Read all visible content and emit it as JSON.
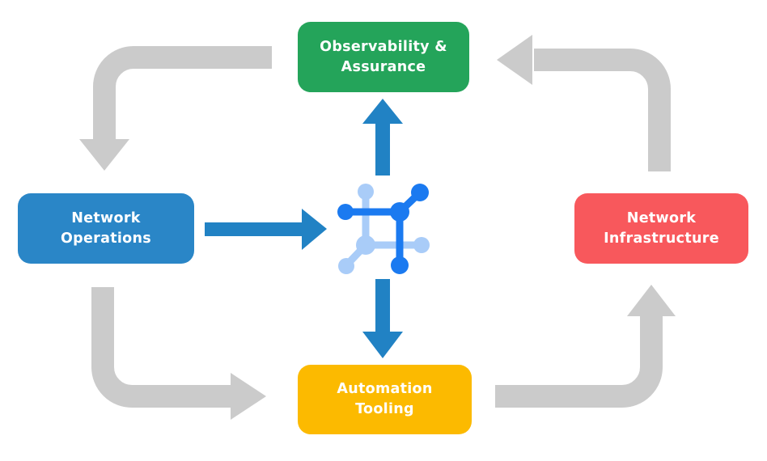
{
  "diagram": {
    "type": "cycle-flow-diagram",
    "background": "#ffffff",
    "nodes": [
      {
        "id": "observability-assurance",
        "label": "Observability & Assurance",
        "line1": "Observability &",
        "line2": "Assurance",
        "color": "#24A45A",
        "text_color": "#ffffff",
        "position": "top-center"
      },
      {
        "id": "network-operations",
        "label": "Network Operations",
        "line1": "Network",
        "line2": "Operations",
        "color": "#2A86C7",
        "text_color": "#ffffff",
        "position": "middle-left"
      },
      {
        "id": "network-infrastructure",
        "label": "Network Infrastructure",
        "line1": "Network",
        "line2": "Infrastructure",
        "color": "#F8585C",
        "text_color": "#ffffff",
        "position": "middle-right"
      },
      {
        "id": "automation-tooling",
        "label": "Automation Tooling",
        "line1": "Automation",
        "line2": "Tooling",
        "color": "#FCBA00",
        "text_color": "#ffffff",
        "position": "bottom-center"
      }
    ],
    "center_icon": {
      "name": "network-automation-icon",
      "description": "square mesh of connected nodes, half dark blue half light blue"
    },
    "colors": {
      "cycle_arrow": "#CBCBCB",
      "hub_arrow": "#2182C4",
      "icon_dark": "#1B7AF0",
      "icon_light": "#A9CCF8"
    },
    "cycle_arrows": [
      {
        "from": "Observability & Assurance",
        "to": "Network Operations",
        "shape": "left-then-down"
      },
      {
        "from": "Network Operations",
        "to": "Automation Tooling",
        "shape": "down-then-right"
      },
      {
        "from": "Automation Tooling",
        "to": "Network Infrastructure",
        "shape": "right-then-up"
      },
      {
        "from": "Network Infrastructure",
        "to": "Observability & Assurance",
        "shape": "up-then-left"
      }
    ],
    "hub_arrows": [
      {
        "from": "Network Operations",
        "to": "center icon",
        "direction": "right"
      },
      {
        "from": "center icon",
        "to": "Observability & Assurance",
        "direction": "up"
      },
      {
        "from": "center icon",
        "to": "Automation Tooling",
        "direction": "down"
      }
    ]
  }
}
